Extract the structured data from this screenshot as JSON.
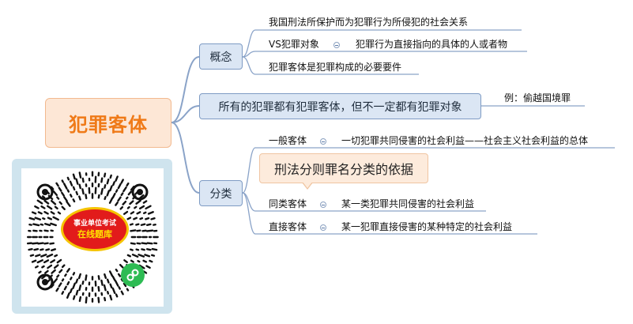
{
  "root": {
    "label": "犯罪客体"
  },
  "branches": {
    "concept": {
      "label": "概念",
      "items": [
        {
          "text": "我国刑法所保护而为犯罪行为所侵犯的社会关系"
        },
        {
          "text": "VS犯罪对象",
          "detail": "犯罪行为直接指向的具体的人或者物"
        },
        {
          "text": "犯罪客体是犯罪构成的必要要件"
        }
      ]
    },
    "object": {
      "label": "所有的犯罪都有犯罪客体，但不一定都有犯罪对象",
      "example": "例：偷越国境罪"
    },
    "classification": {
      "label": "分类",
      "callout": "刑法分则罪名分类的依据",
      "items": [
        {
          "text": "一般客体",
          "detail": "一切犯罪共同侵害的社会利益——社会主义社会利益的总体"
        },
        {
          "text": "同类客体",
          "detail": "某一类犯罪共同侵害的社会利益"
        },
        {
          "text": "直接客体",
          "detail": "某一犯罪直接侵害的某种特定的社会利益"
        }
      ]
    }
  },
  "qr": {
    "badge_line1": "事业单位考试",
    "badge_line2": "在线题库"
  },
  "colors": {
    "root_text": "#ef7a18",
    "root_bg": "#fde7d6",
    "topic_bg": "#dbe6f4",
    "topic_border": "#7e9bc4",
    "line": "#7e9bc4"
  }
}
